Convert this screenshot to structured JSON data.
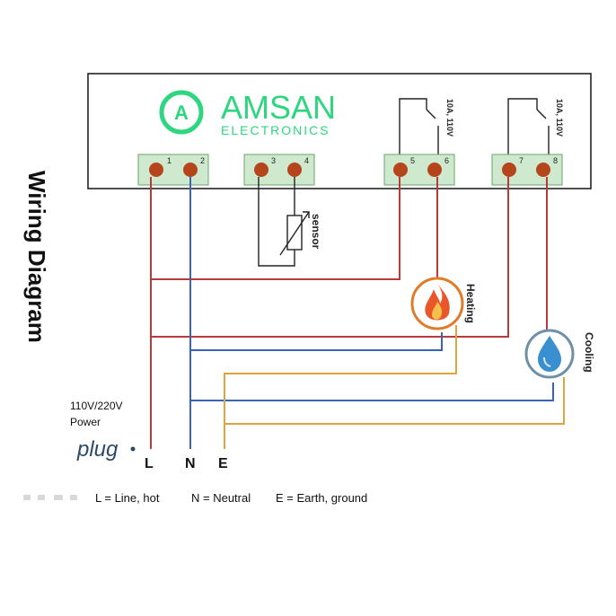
{
  "title": "Wiring Diagram",
  "brand": {
    "logo_letter": "A",
    "name": "AMSAN",
    "subtitle": "ELECTRONICS",
    "color": "#2ed67f"
  },
  "terminals": [
    "1",
    "2",
    "3",
    "4",
    "5",
    "6",
    "7",
    "8"
  ],
  "relays": [
    {
      "rating": "10A, 110V"
    },
    {
      "rating": "10A, 110V"
    }
  ],
  "sensor_label": "sensor",
  "heating_label": "Heating",
  "cooling_label": "Cooling",
  "power": {
    "voltage": "110V/220V",
    "label": "Power",
    "plug_text": "plug"
  },
  "line_labels": {
    "L": "L",
    "N": "N",
    "E": "E"
  },
  "legend": {
    "line": "L = Line, hot",
    "neutral": "N = Neutral",
    "earth": "E = Earth, ground"
  },
  "colors": {
    "line": "#b83a3a",
    "neutral": "#3a63b8",
    "earth": "#e0a43a",
    "terminal_fill": "#cfe9cf",
    "terminal_dot": "#b5451b"
  }
}
